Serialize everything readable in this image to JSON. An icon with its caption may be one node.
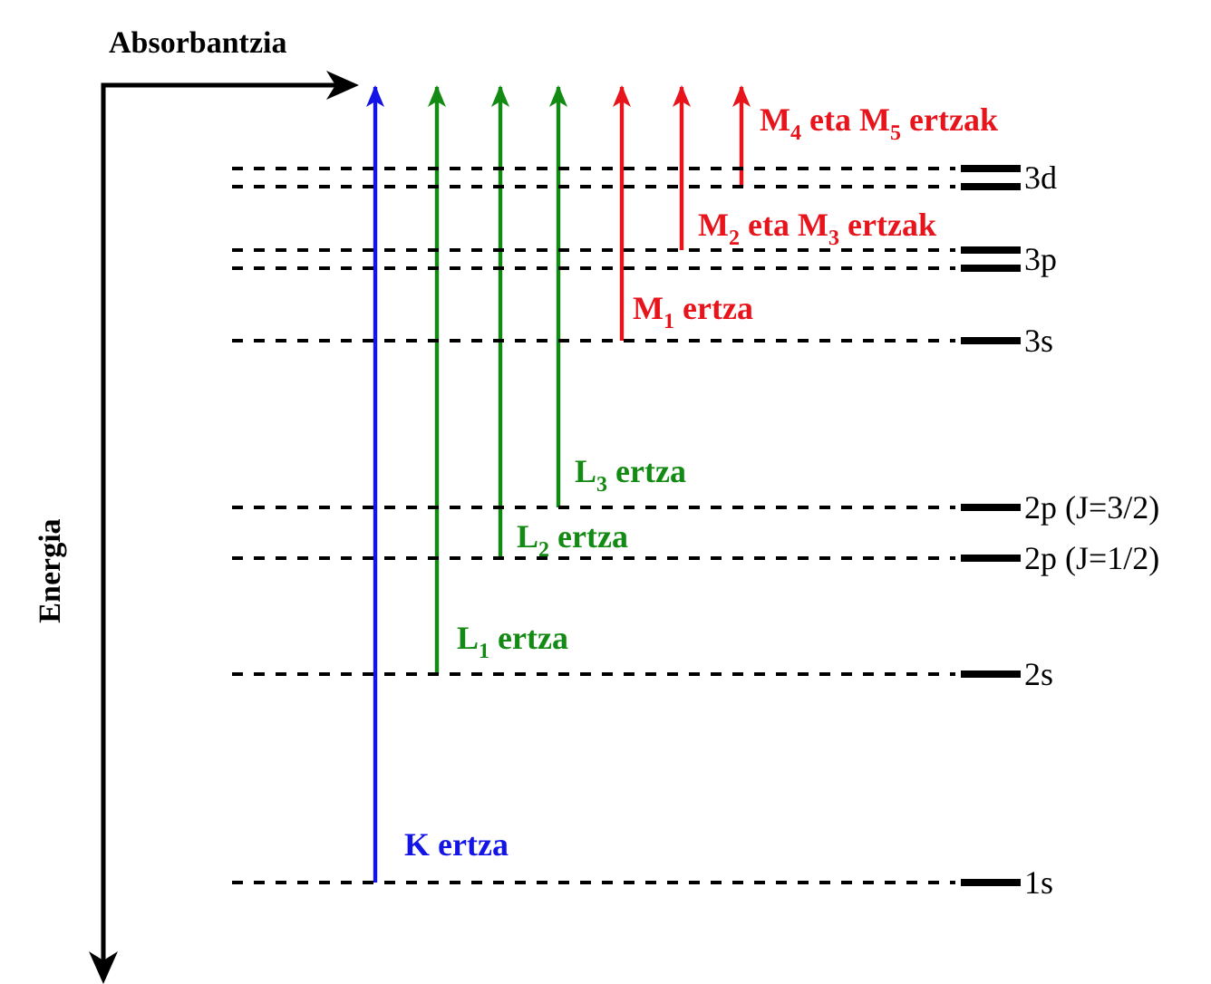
{
  "diagram": {
    "nodes": [
      {
        "text": [
          "3d"
        ]
      },
      {
        "text": [
          "3p"
        ]
      },
      {
        "text": [
          "3s"
        ]
      },
      {
        "text": [
          "2p (J=3/2)"
        ]
      },
      {
        "text": [
          "2p (J=1/2)"
        ]
      },
      {
        "text": [
          "2s"
        ]
      },
      {
        "text": [
          "1s"
        ]
      }
    ],
    "edges": [
      {
        "from": 6,
        "to": null,
        "arrow": "to",
        "label": "K ertza",
        "color": "#1414e6"
      },
      {
        "from": 5,
        "to": null,
        "arrow": "to",
        "label": "L$_{1}$ ertza",
        "color": "#138a13"
      },
      {
        "from": 4,
        "to": null,
        "arrow": "to",
        "label": "L$_{2}$ ertza",
        "color": "#138a13"
      },
      {
        "from": 3,
        "to": null,
        "arrow": "to",
        "label": "L$_{3}$ ertza",
        "color": "#138a13"
      },
      {
        "from": 2,
        "to": null,
        "arrow": "to",
        "label": "M$_{1}$ ertza",
        "color": "#e8141c"
      },
      {
        "from": 1,
        "to": null,
        "arrow": "to",
        "label": "M$_{2}$ eta M$_{3}$ ertzak",
        "color": "#e8141c"
      },
      {
        "from": 0,
        "to": null,
        "arrow": "to",
        "label": "M$_{4}$ eta M$_{5}$ ertzak",
        "color": "#e8141c"
      }
    ],
    "labels": [
      "Absorbantzia",
      "Energia"
    ]
  }
}
